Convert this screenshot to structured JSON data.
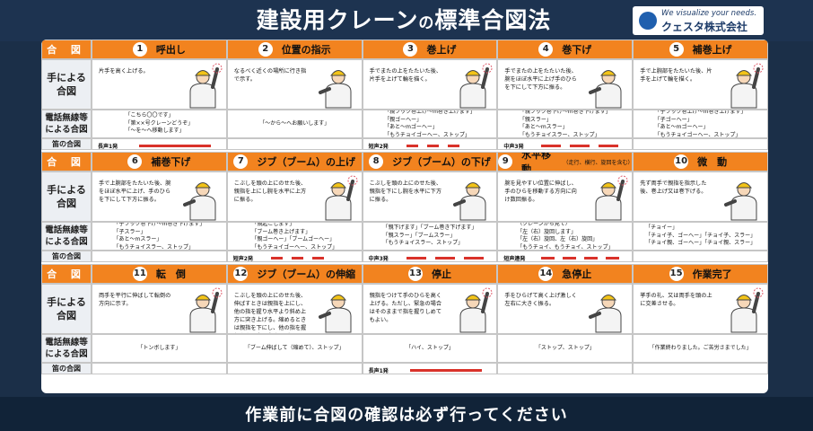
{
  "header": {
    "title_a": "建設用クレーン",
    "title_b": "の",
    "title_c": "標準合図法"
  },
  "logo": {
    "tagline": "We visualize your needs.",
    "company": "クェスタ株式会社"
  },
  "row_labels": {
    "header": "合 図",
    "hand": "手による\n合図",
    "radio": "電話無線等\nによる合図",
    "whistle": "笛の合図"
  },
  "colors": {
    "accent": "#f2831f",
    "navy": "#1b2f48",
    "whistle_red": "#d9322a"
  },
  "signals": [
    {
      "num": "1",
      "name": "呼出し",
      "sub": "",
      "hand": "片手を高く上げる。",
      "radio": "「こちら〇〇です」\n「第××号クレーンどうぞ」\n「〜を〜へ移動します」",
      "whistle_label": "長声1発",
      "dashes": 1
    },
    {
      "num": "2",
      "name": "位置の指示",
      "sub": "",
      "hand": "なるべく近くの場所に行き指で示す。",
      "radio": "「〜から〜へお願いします」",
      "whistle_label": "",
      "dashes": 0
    },
    {
      "num": "3",
      "name": "巻上げ",
      "sub": "",
      "hand": "手でまたの上をたたいた後、片手を上げて輪を描く。",
      "radio": "「親フック巻上げ〜m巻き上げます」\n「親ゴーヘー」\n「あと〜mゴーヘー」\n「もうチョイゴーヘー、ストップ」",
      "whistle_label": "短声2発",
      "dashes": 3
    },
    {
      "num": "4",
      "name": "巻下げ",
      "sub": "",
      "hand": "手でまたの上をたたいた後、腕をほぼ水平に上げ手のひらを下にして下方に振る。",
      "radio": "「親フック巻下げ〜m巻き下げます」\n「親スラー」\n「あと〜mスラー」\n「もうチョイスラー、ストップ」",
      "whistle_label": "中声3発",
      "dashes": 3
    },
    {
      "num": "5",
      "name": "補巻上げ",
      "sub": "",
      "hand": "手で上腕部をたたいた後、片手を上げて輪を描く。",
      "radio": "「子フック巻上げ〜m巻き上げます」\n「子ゴーヘー」\n「あと〜mゴーヘー」\n「もうチョイゴーヘー、ストップ」",
      "whistle_label": "",
      "dashes": 0
    },
    {
      "num": "6",
      "name": "補巻下げ",
      "sub": "",
      "hand": "手で上腕部をたたいた後、腕をほぼ水平に上げ、手のひらを下にして下方に振る。",
      "radio": "「子フック巻下げ〜m巻き下げます」\n「子スラー」\n「あと〜mスラー」\n「もうチョイスラー、ストップ」",
      "whistle_label": "",
      "dashes": 0
    },
    {
      "num": "7",
      "name": "ジブ（ブーム）の上げ",
      "sub": "",
      "hand": "こぶしを頭の上にのせた後、親指を上にし腕を水平に上方に振る。",
      "radio": "「親起こします」\n「ブーム巻き上げます」\n「親ゴーヘー」「ブームゴーヘー」\n「もうチョイゴーヘー、ストップ」",
      "whistle_label": "短声2発",
      "dashes": 3
    },
    {
      "num": "8",
      "name": "ジブ（ブーム）の下げ",
      "sub": "",
      "hand": "こぶしを頭の上にのせた後、親指を下にし腕を水平に下方に振る。",
      "radio": "「親下げます」「ブーム巻き下げます」\n「親スラー」「ブームスラー」\n「もうチョイスラー、ストップ」",
      "whistle_label": "中声3発",
      "dashes": 3
    },
    {
      "num": "9",
      "name": "水平移動",
      "sub": "（走行、横行、旋回を含む）",
      "hand": "腕を見やすい位置に伸ばし、手のひらを移動する方向に向け数回振る。",
      "radio": "（クレーンから見て）\n「左（右）旋回します」\n「左（右）旋回、左（右）旋回」\n「もうチョイ、もうチョイ、ストップ」",
      "whistle_label": "短声連発",
      "dashes": 4
    },
    {
      "num": "10",
      "name": "微　動",
      "sub": "",
      "hand": "先ず両手で親指を指示した後、巻上げ又は巻下げる。",
      "radio": "「チョイー」\n「チョイ子、ゴーヘー」「チョイ子、スラー」\n「チョイ親、ゴーヘー」「チョイ親、スラー」",
      "whistle_label": "",
      "dashes": 0
    },
    {
      "num": "11",
      "name": "転　倒",
      "sub": "",
      "hand": "両手を平行に伸ばして転倒の方向に示す。",
      "radio": "「トンボします」",
      "whistle_label": "",
      "dashes": 0
    },
    {
      "num": "12",
      "name": "ジブ（ブーム）の伸縮",
      "sub": "",
      "hand": "こぶしを頭の上にのせた後、伸ばすときは親指を上にし、他の指を握り水平より斜め上方に突き上げる。縮めるときは親指を下にし、他の指を握りやや下方に突き下げる。",
      "radio": "「ブーム伸ばして（縮めて）、ストップ」",
      "whistle_label": "",
      "dashes": 0
    },
    {
      "num": "13",
      "name": "停止",
      "sub": "",
      "hand": "親指をつけて手のひらを高く上げる。ただし、緊急の場合はそのままで指を握りしめてもよい。",
      "radio": "「ハイ、ストップ」",
      "whistle_label": "長声1発",
      "dashes": 1
    },
    {
      "num": "14",
      "name": "急停止",
      "sub": "",
      "hand": "手をひらげて高く上げ激しく左右に大きく振る。",
      "radio": "「ストップ、ストップ」",
      "whistle_label": "",
      "dashes": 0
    },
    {
      "num": "15",
      "name": "作業完了",
      "sub": "",
      "hand": "挙手の礼、又は両手を頭の上に交差させる。",
      "radio": "「作業終わりました。ご苦労さまでした」",
      "whistle_label": "",
      "dashes": 0
    }
  ],
  "footer": {
    "text": "作業前に合図の確認は必ず行ってください"
  }
}
